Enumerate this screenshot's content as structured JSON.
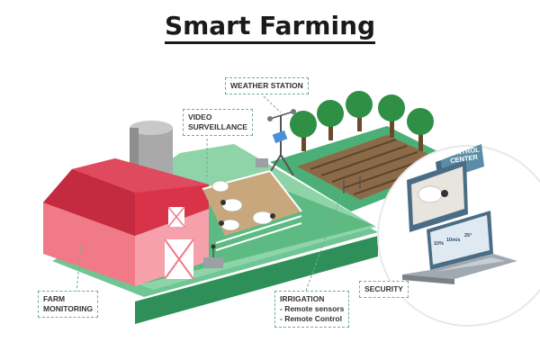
{
  "title": "Smart Farming",
  "callouts": {
    "weather_station": "WEATHER STATION",
    "video_surveillance": [
      "VIDEO",
      "SURVEILLANCE"
    ],
    "farm_monitoring": [
      "FARM",
      "MONITORING"
    ],
    "irrigation": {
      "heading": "IRRIGATION",
      "items": [
        "- Remote sensors",
        "- Remote Control"
      ]
    },
    "security": "SECURITY"
  },
  "control_center": {
    "label": [
      "CONTROL",
      "CENTER"
    ],
    "readouts": [
      "10%",
      "10m/s",
      "25°"
    ]
  },
  "colors": {
    "barn_red": "#d9334a",
    "barn_pink": "#f07a88",
    "grass": "#4caf78",
    "grass_light": "#8fd4a8",
    "tree_green": "#2e8f45",
    "soil": "#8b6a47",
    "control_teal": "#5b8ea6",
    "callout_border": "#6fae97"
  }
}
